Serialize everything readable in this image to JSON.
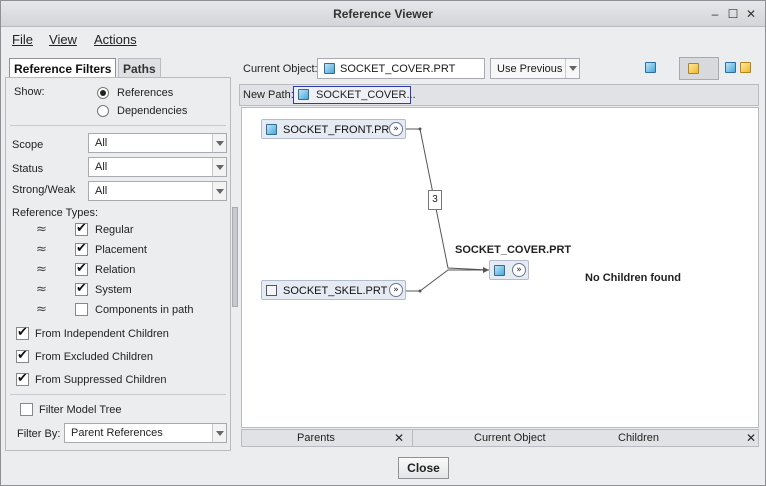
{
  "window": {
    "title": "Reference Viewer",
    "controls": {
      "minimize": "–",
      "maximize": "☐",
      "close": "✕"
    }
  },
  "menu": [
    {
      "hot": "F",
      "rest": "ile"
    },
    {
      "hot": "V",
      "rest": "iew"
    },
    {
      "hot": "A",
      "rest": "ctions"
    }
  ],
  "left": {
    "tabs": [
      "Reference Filters",
      "Paths"
    ],
    "show_label": "Show:",
    "show_options": [
      {
        "label": "References",
        "selected": true
      },
      {
        "label": "Dependencies",
        "selected": false
      }
    ],
    "filters": [
      {
        "label": "Scope",
        "value": "All"
      },
      {
        "label": "Status",
        "value": "All"
      },
      {
        "label": "Strong/Weak",
        "value": "All"
      }
    ],
    "reference_types_label": "Reference Types:",
    "reference_types": [
      {
        "label": "Regular",
        "checked": true
      },
      {
        "label": "Placement",
        "checked": true
      },
      {
        "label": "Relation",
        "checked": true
      },
      {
        "label": "System",
        "checked": true
      },
      {
        "label": "Components in path",
        "checked": false
      }
    ],
    "from_options": [
      {
        "label": "From Independent Children",
        "checked": true
      },
      {
        "label": "From Excluded Children",
        "checked": true
      },
      {
        "label": "From Suppressed Children",
        "checked": true
      }
    ],
    "filter_model_tree": {
      "label": "Filter Model Tree",
      "checked": false
    },
    "filter_by_label": "Filter By:",
    "filter_by_value": "Parent References"
  },
  "right": {
    "current_object_label": "Current Object:",
    "current_object_value": "SOCKET_COVER.PRT",
    "use_previous": "Use Previous",
    "new_path_label": "New Path:",
    "new_path_value": "SOCKET_COVER...",
    "graph": {
      "parents": [
        {
          "name": "SOCKET_FRONT.PRT",
          "expand": "»"
        },
        {
          "name": "SOCKET_SKEL.PRT",
          "expand": "»"
        }
      ],
      "link_count": "3",
      "current_title": "SOCKET_COVER.PRT",
      "current_expand": "»",
      "no_children": "No Children found"
    },
    "bottom_tabs": {
      "parents": "Parents",
      "current": "Current Object",
      "children": "Children",
      "close": "✕"
    }
  },
  "close_button": "Close"
}
